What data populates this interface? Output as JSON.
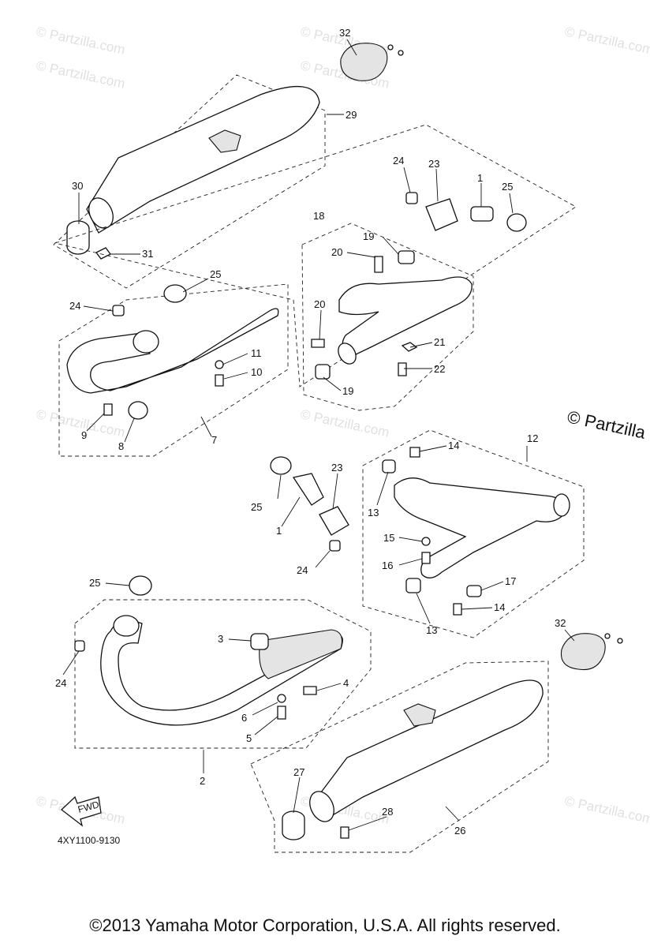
{
  "diagram": {
    "callouts": [
      {
        "id": "c32a",
        "text": "32"
      },
      {
        "id": "c29",
        "text": "29"
      },
      {
        "id": "c30",
        "text": "30"
      },
      {
        "id": "c31",
        "text": "31"
      },
      {
        "id": "c24a",
        "text": "24"
      },
      {
        "id": "c23a",
        "text": "23"
      },
      {
        "id": "c1a",
        "text": "1"
      },
      {
        "id": "c25a",
        "text": "25"
      },
      {
        "id": "c18",
        "text": "18"
      },
      {
        "id": "c19a",
        "text": "19"
      },
      {
        "id": "c20a",
        "text": "20"
      },
      {
        "id": "c20b",
        "text": "20"
      },
      {
        "id": "c21",
        "text": "21"
      },
      {
        "id": "c22",
        "text": "22"
      },
      {
        "id": "c19b",
        "text": "19"
      },
      {
        "id": "c25b",
        "text": "25"
      },
      {
        "id": "c24b",
        "text": "24"
      },
      {
        "id": "c11",
        "text": "11"
      },
      {
        "id": "c10",
        "text": "10"
      },
      {
        "id": "c9",
        "text": "9"
      },
      {
        "id": "c8",
        "text": "8"
      },
      {
        "id": "c7",
        "text": "7"
      },
      {
        "id": "c14a",
        "text": "14"
      },
      {
        "id": "c12",
        "text": "12"
      },
      {
        "id": "c25c",
        "text": "25"
      },
      {
        "id": "c23b",
        "text": "23"
      },
      {
        "id": "c1b",
        "text": "1"
      },
      {
        "id": "c13a",
        "text": "13"
      },
      {
        "id": "c15",
        "text": "15"
      },
      {
        "id": "c16",
        "text": "16"
      },
      {
        "id": "c24c",
        "text": "24"
      },
      {
        "id": "c17",
        "text": "17"
      },
      {
        "id": "c14b",
        "text": "14"
      },
      {
        "id": "c13b",
        "text": "13"
      },
      {
        "id": "c25d",
        "text": "25"
      },
      {
        "id": "c3",
        "text": "3"
      },
      {
        "id": "c32b",
        "text": "32"
      },
      {
        "id": "c24d",
        "text": "24"
      },
      {
        "id": "c4",
        "text": "4"
      },
      {
        "id": "c6",
        "text": "6"
      },
      {
        "id": "c5",
        "text": "5"
      },
      {
        "id": "c2",
        "text": "2"
      },
      {
        "id": "c27",
        "text": "27"
      },
      {
        "id": "c28",
        "text": "28"
      },
      {
        "id": "c26",
        "text": "26"
      }
    ],
    "fwd_label": "FWD",
    "part_code": "4XY1100-9130",
    "watermark": "© Partzilla.com",
    "side_watermark": "© Partzilla",
    "copyright": "©2013 Yamaha Motor Corporation, U.S.A. All rights reserved."
  }
}
